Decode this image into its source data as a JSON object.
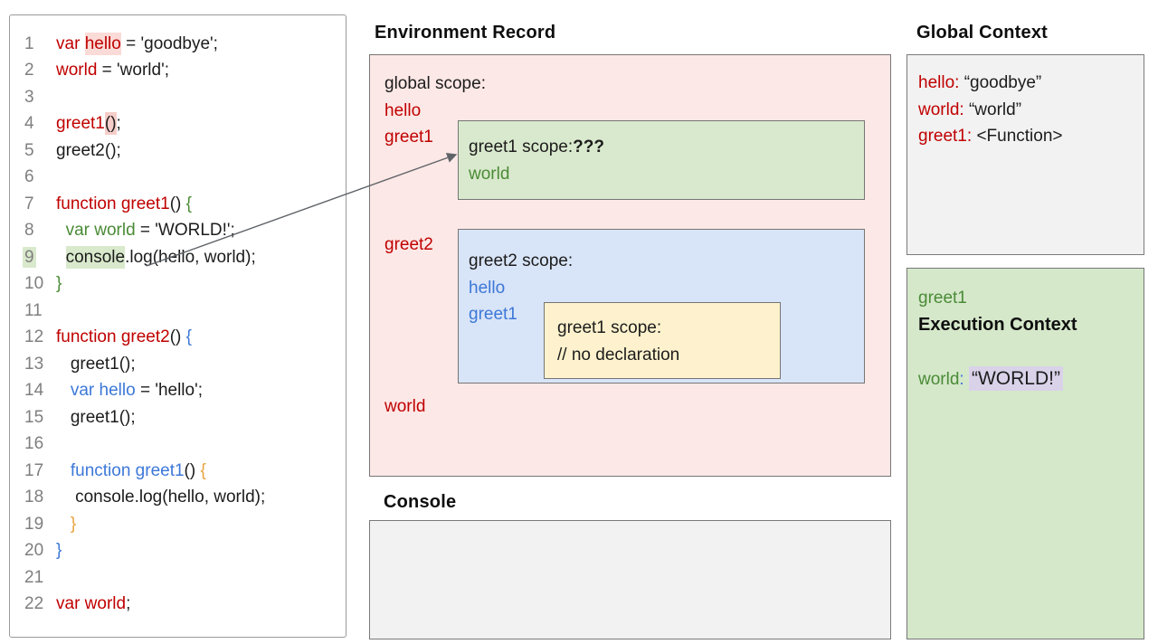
{
  "colors": {
    "code_red": "#c00000",
    "code_green": "#4a8b36",
    "code_blue": "#3c78d8",
    "code_orange": "#e8a33d",
    "pink_box_bg": "#fce8e6",
    "green_box_bg": "#d9e9cd",
    "blue_box_bg": "#d8e4f7",
    "yellow_box_bg": "#fdf2cd",
    "gray_box_bg": "#f2f2f2",
    "lavender_highlight": "#d9d2e9",
    "pink_highlight": "#f6cdc9",
    "green_highlight": "#d9e9cc"
  },
  "code": {
    "lines": [
      {
        "n": "1",
        "segs": [
          {
            "t": "var ",
            "c": "r"
          },
          {
            "t": "hello",
            "c": "r",
            "h": "pinksoft"
          },
          {
            "t": " = 'goodbye';",
            "c": "k"
          }
        ]
      },
      {
        "n": "2",
        "segs": [
          {
            "t": "world",
            "c": "r"
          },
          {
            "t": " = 'world';",
            "c": "k"
          }
        ]
      },
      {
        "n": "3",
        "segs": []
      },
      {
        "n": "4",
        "segs": [
          {
            "t": "greet1",
            "c": "r"
          },
          {
            "t": "()",
            "c": "k",
            "h": "pink"
          },
          {
            "t": ";",
            "c": "k"
          }
        ]
      },
      {
        "n": "5",
        "segs": [
          {
            "t": "greet2();",
            "c": "k"
          }
        ]
      },
      {
        "n": "6",
        "segs": []
      },
      {
        "n": "7",
        "segs": [
          {
            "t": "function greet1",
            "c": "r"
          },
          {
            "t": "() ",
            "c": "k"
          },
          {
            "t": "{",
            "c": "g"
          }
        ]
      },
      {
        "n": "8",
        "segs": [
          {
            "t": "  ",
            "c": "k"
          },
          {
            "t": "var world",
            "c": "g"
          },
          {
            "t": " = 'WORLD!';",
            "c": "k"
          }
        ]
      },
      {
        "n": "9",
        "segs": [
          {
            "t": "  ",
            "c": "k"
          },
          {
            "t": "console",
            "c": "k",
            "h": "green"
          },
          {
            "t": ".log(hello, world);",
            "c": "k"
          }
        ],
        "num_highlight": "green"
      },
      {
        "n": "10",
        "segs": [
          {
            "t": "}",
            "c": "g"
          }
        ]
      },
      {
        "n": "11",
        "segs": []
      },
      {
        "n": "12",
        "segs": [
          {
            "t": "function greet2",
            "c": "r"
          },
          {
            "t": "() ",
            "c": "k"
          },
          {
            "t": "{",
            "c": "b"
          }
        ]
      },
      {
        "n": "13",
        "segs": [
          {
            "t": "   greet1();",
            "c": "k"
          }
        ]
      },
      {
        "n": "14",
        "segs": [
          {
            "t": "   ",
            "c": "k"
          },
          {
            "t": "var hello",
            "c": "b"
          },
          {
            "t": " = 'hello';",
            "c": "k"
          }
        ]
      },
      {
        "n": "15",
        "segs": [
          {
            "t": "   greet1();",
            "c": "k"
          }
        ]
      },
      {
        "n": "16",
        "segs": []
      },
      {
        "n": "17",
        "segs": [
          {
            "t": "   ",
            "c": "k"
          },
          {
            "t": "function greet1",
            "c": "b"
          },
          {
            "t": "() ",
            "c": "k"
          },
          {
            "t": "{",
            "c": "o"
          }
        ]
      },
      {
        "n": "18",
        "segs": [
          {
            "t": "    console.log(hello, world);",
            "c": "k"
          }
        ]
      },
      {
        "n": "19",
        "segs": [
          {
            "t": "   ",
            "c": "k"
          },
          {
            "t": "}",
            "c": "o"
          }
        ]
      },
      {
        "n": "20",
        "segs": [
          {
            "t": "}",
            "c": "b"
          }
        ]
      },
      {
        "n": "21",
        "segs": []
      },
      {
        "n": "22",
        "segs": [
          {
            "t": "var world",
            "c": "r"
          },
          {
            "t": ";",
            "c": "k"
          }
        ]
      }
    ]
  },
  "environment_record": {
    "title": "Environment Record",
    "global_scope_label": "global scope:",
    "global_vars_top": [
      "hello",
      "greet1"
    ],
    "greet2_label": "greet2",
    "world_label": "world",
    "greet1_scope": {
      "title": "greet1 scope:",
      "question": "???",
      "vars": [
        "world"
      ]
    },
    "greet2_scope": {
      "title": "greet2 scope:",
      "vars": [
        "hello",
        "greet1"
      ],
      "inner_greet1_scope": {
        "title": "greet1 scope:",
        "comment": "// no declaration"
      }
    }
  },
  "console_panel": {
    "title": "Console"
  },
  "global_context": {
    "title": "Global Context",
    "entries": [
      {
        "key": "hello:",
        "value": "“goodbye”"
      },
      {
        "key": "world:",
        "value": "“world”"
      },
      {
        "key": "greet1:",
        "value": "<Function>"
      }
    ]
  },
  "execution_context": {
    "fn_name": "greet1",
    "title": "Execution Context",
    "key": "world",
    "colon": ":",
    "value": "“WORLD!”"
  }
}
